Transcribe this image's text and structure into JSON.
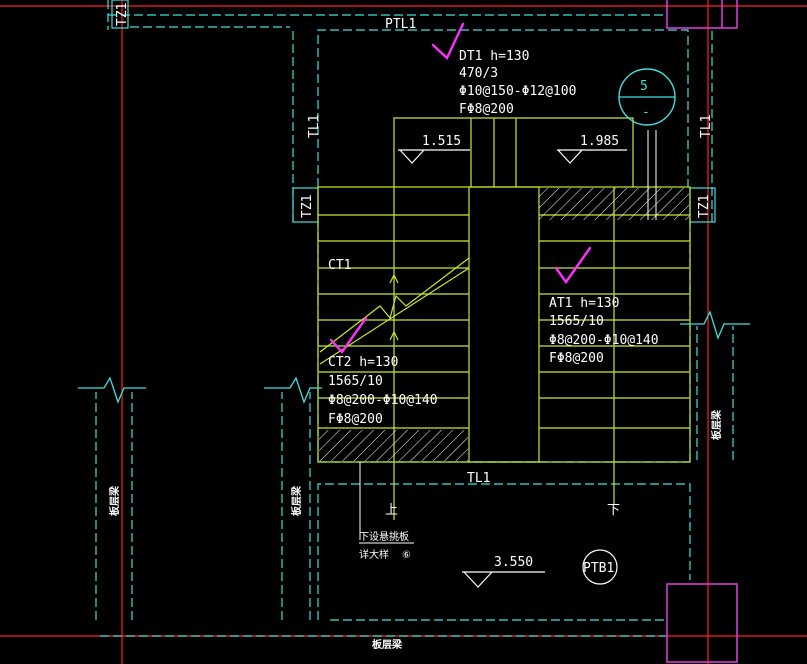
{
  "colors": {
    "background": "#000000",
    "axis_red": "#ff2020",
    "beam_cyan": "#40e0e0",
    "stair_green": "#c8e830",
    "column_magenta": "#e040e0",
    "check_magenta": "#ff30ff",
    "text_white": "#ffffff"
  },
  "labels": {
    "ptl1": "PTL1",
    "tl1_bottom": "TL1",
    "tl1_left": "TL1",
    "tl1_right": "TL1",
    "tz1_top": "TZ1",
    "tz1_left": "TZ1",
    "tz1_right": "TZ1"
  },
  "dt1": {
    "line1": "DT1 h=130",
    "line2": "470/3",
    "line3": "Φ10@150-Φ12@100",
    "line4": "FΦ8@200"
  },
  "at1": {
    "line1": "AT1 h=130",
    "line2": "1565/10",
    "line3": "Φ8@200-Φ10@140",
    "line4": "FΦ8@200"
  },
  "ct2": {
    "line1": "CT2 h=130",
    "line2": "1565/10",
    "line3": "Φ8@200-Φ10@140",
    "line4": "FΦ8@200"
  },
  "ct1": "CT1",
  "elevations": {
    "left_landing": "1.515",
    "right_landing": "1.985",
    "platform": "3.550"
  },
  "section_mark": {
    "number": "5",
    "sub": "-"
  },
  "ptb1": "PTB1",
  "arrows": {
    "up": "上",
    "down": "下"
  },
  "note": {
    "line1": "下设悬挑板",
    "line2": "详大样",
    "ref": "⑥"
  },
  "beam_tags": {
    "slab_beam_bottom": "板层梁",
    "slab_beam_left1": "板层梁",
    "slab_beam_left2": "板层梁",
    "slab_beam_right": "板层梁"
  }
}
